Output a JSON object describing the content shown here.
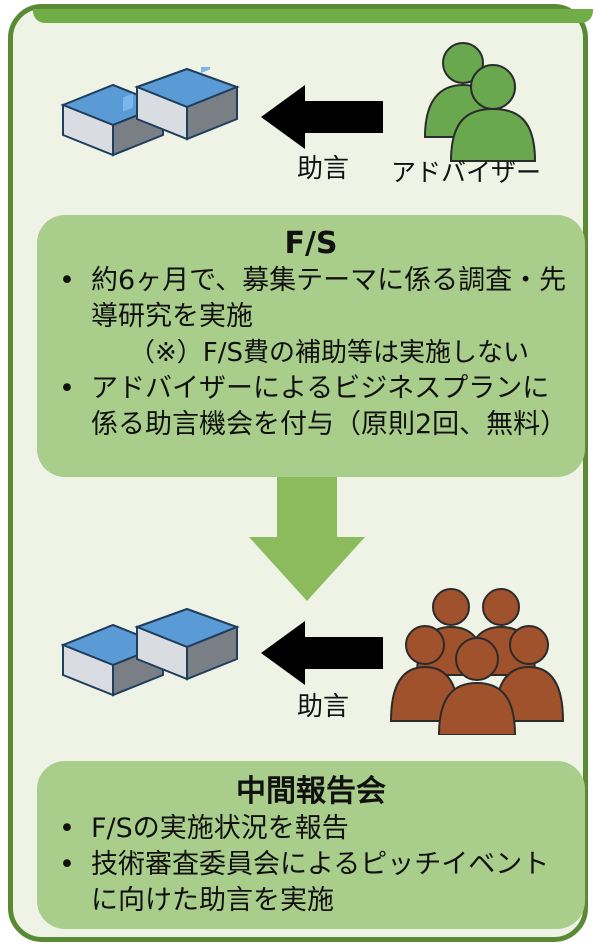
{
  "top_section": {
    "advice_label": "助言",
    "advisor_label": "アドバイザー"
  },
  "fs_box": {
    "title": "F/S",
    "bullet": "•",
    "items": [
      "約6ヶ月で、募集テーマに係る調査・先導研究を実施",
      "アドバイザーによるビジネスプランに係る助言機会を付与（原則2回、無料）"
    ],
    "note": "（※）F/S費の補助等は実施しない"
  },
  "bottom_section": {
    "advice_label": "助言"
  },
  "mid_report_box": {
    "title": "中間報告会",
    "bullet": "•",
    "items": [
      "F/Sの実施状況を報告",
      "技術審査委員会によるピッチイベントに向けた助言を実施"
    ]
  },
  "colors": {
    "panel_bg": "#eef3e6",
    "panel_border": "#5b8a35",
    "box_bg": "#a9cd8a",
    "flow_arrow": "#8cbb5e",
    "building_roof": "#5b9bd5",
    "advisor_green": "#6aa84f",
    "committee_brown": "#a0522d"
  }
}
